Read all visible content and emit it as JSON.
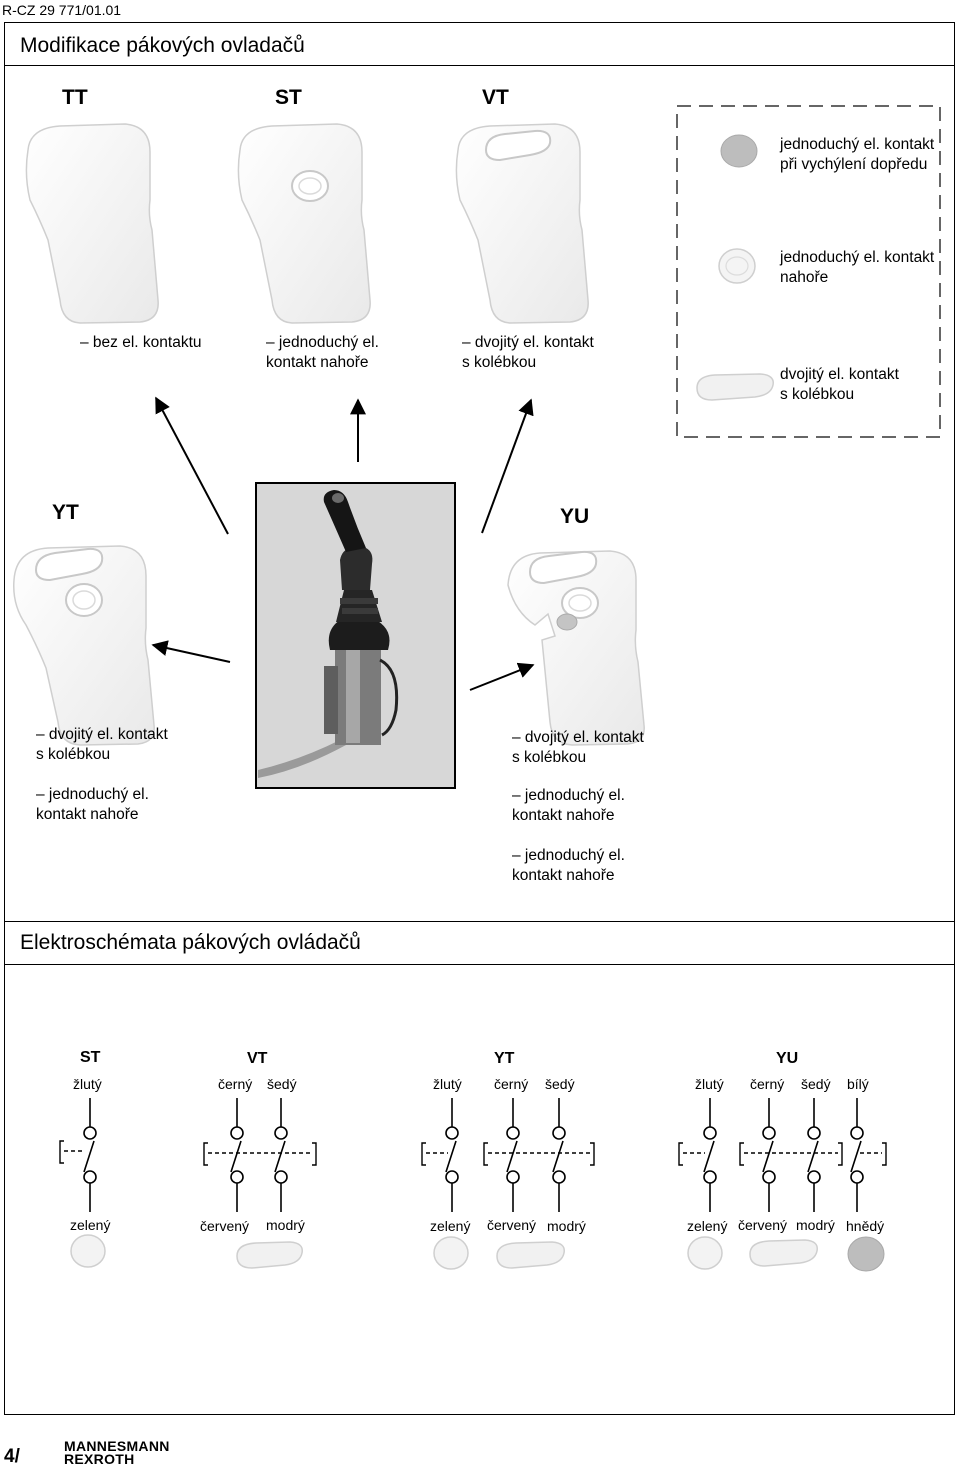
{
  "doc_code": "R-CZ 29 771/01.01",
  "section1": {
    "title": "Modifikace pákových ovladačů",
    "handles": [
      {
        "code": "TT",
        "label": "– bez el. kontaktu"
      },
      {
        "code": "ST",
        "label": "– jednoduchý el.\n  kontakt nahoře"
      },
      {
        "code": "VT",
        "label": "– dvojitý el. kontakt\n  s kolébkou"
      }
    ],
    "legend": [
      {
        "icon": "grey-button-icon",
        "label": "jednoduchý el. kontakt\npři vychýlení dopředu"
      },
      {
        "icon": "round-button-icon",
        "label": "jednoduchý el. kontakt\nnahoře"
      },
      {
        "icon": "rocker-button-icon",
        "label": "dvojitý el. kontakt\ns kolébkou"
      }
    ],
    "yt": {
      "code": "YT",
      "labels": [
        "– dvojitý el. kontakt\n  s kolébkou",
        "– jednoduchý el.\n  kontakt nahoře"
      ]
    },
    "yu": {
      "code": "YU",
      "labels": [
        "– dvojitý el. kontakt\n  s kolébkou",
        "– jednoduchý el.\n  kontakt nahoře",
        "– jednoduchý el.\n  kontakt nahoře"
      ]
    }
  },
  "section2": {
    "title": "Elektroschémata pákových ovládačů",
    "groups": [
      {
        "code": "ST",
        "top": [
          "žlutý"
        ],
        "bottom": [
          "zelený"
        ]
      },
      {
        "code": "VT",
        "top": [
          "černý",
          "šedý"
        ],
        "bottom": [
          "červený",
          "modrý"
        ]
      },
      {
        "code": "YT",
        "top": [
          "žlutý",
          "černý",
          "šedý"
        ],
        "bottom": [
          "zelený",
          "červený",
          "modrý"
        ]
      },
      {
        "code": "YU",
        "top": [
          "žlutý",
          "černý",
          "šedý",
          "bílý"
        ],
        "bottom": [
          "zelený",
          "červený",
          "modrý",
          "hnědý"
        ]
      }
    ]
  },
  "footer": {
    "page": "4/",
    "brand_line1": "MANNESMANN",
    "brand_line2": "REXROTH"
  }
}
